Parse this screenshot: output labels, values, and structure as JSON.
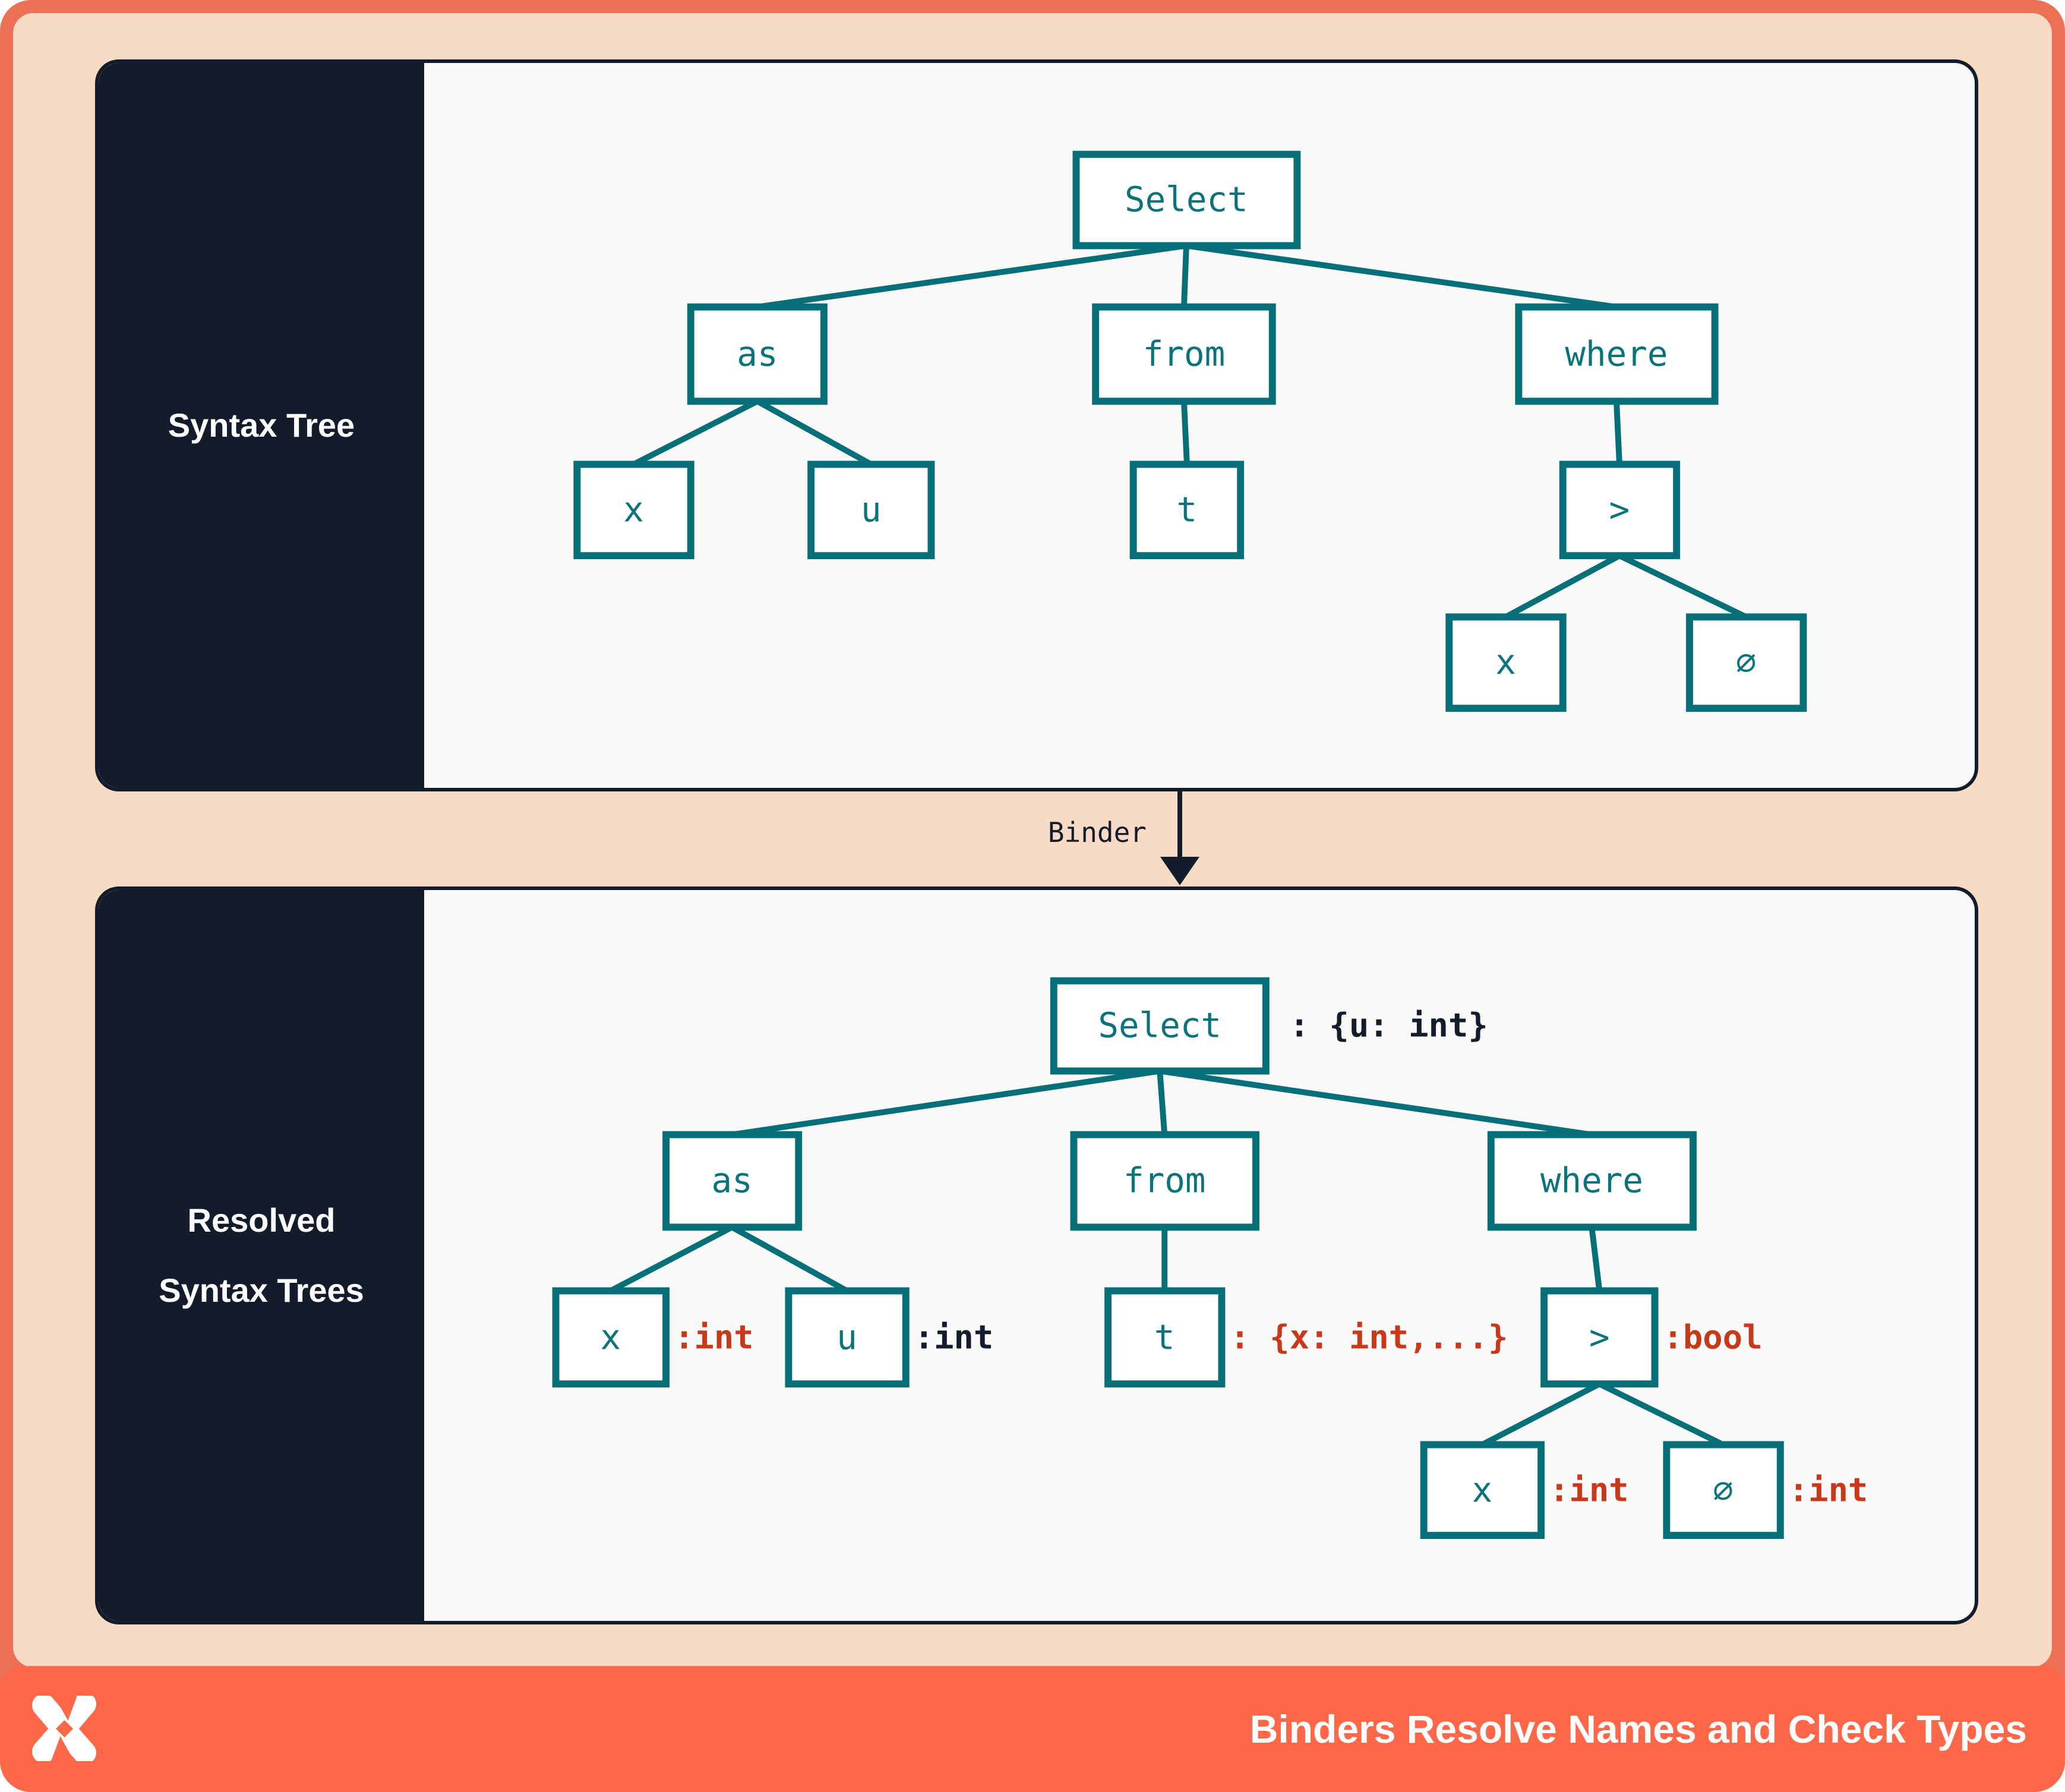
{
  "top_panel": {
    "sidebar_label": "Syntax Tree",
    "tree": {
      "nodes": [
        {
          "id": "select",
          "label": "Select"
        },
        {
          "id": "as",
          "label": "as"
        },
        {
          "id": "from",
          "label": "from"
        },
        {
          "id": "where",
          "label": "where"
        },
        {
          "id": "x-as",
          "label": "x"
        },
        {
          "id": "u-as",
          "label": "u"
        },
        {
          "id": "t",
          "label": "t"
        },
        {
          "id": "gt",
          "label": ">"
        },
        {
          "id": "x-gt",
          "label": "x"
        },
        {
          "id": "zero",
          "label": "∅"
        }
      ],
      "edges": [
        [
          "select",
          "as"
        ],
        [
          "select",
          "from"
        ],
        [
          "select",
          "where"
        ],
        [
          "as",
          "x-as"
        ],
        [
          "as",
          "u-as"
        ],
        [
          "from",
          "t"
        ],
        [
          "where",
          "gt"
        ],
        [
          "gt",
          "x-gt"
        ],
        [
          "gt",
          "zero"
        ]
      ]
    }
  },
  "binder": {
    "label": "Binder"
  },
  "bottom_panel": {
    "sidebar_label_lines": [
      "Resolved",
      "Syntax Trees"
    ],
    "tree": {
      "nodes": [
        {
          "id": "select",
          "label": "Select",
          "annotation": ": {u: int}",
          "annotation_color": "#141b2b"
        },
        {
          "id": "as",
          "label": "as"
        },
        {
          "id": "from",
          "label": "from"
        },
        {
          "id": "where",
          "label": "where"
        },
        {
          "id": "x-as",
          "label": "x",
          "annotation": ":int",
          "annotation_color": "#c8391a"
        },
        {
          "id": "u-as",
          "label": "u",
          "annotation": ":int",
          "annotation_color": "#141b2b"
        },
        {
          "id": "t",
          "label": "t",
          "annotation": ": {x: int,...}",
          "annotation_color": "#c8391a"
        },
        {
          "id": "gt",
          "label": ">",
          "annotation": ":bool",
          "annotation_color": "#c8391a"
        },
        {
          "id": "x-gt",
          "label": "x",
          "annotation": ":int",
          "annotation_color": "#c8391a"
        },
        {
          "id": "zero",
          "label": "∅",
          "annotation": ":int",
          "annotation_color": "#c8391a"
        }
      ],
      "edges": [
        [
          "select",
          "as"
        ],
        [
          "select",
          "from"
        ],
        [
          "select",
          "where"
        ],
        [
          "as",
          "x-as"
        ],
        [
          "as",
          "u-as"
        ],
        [
          "from",
          "t"
        ],
        [
          "where",
          "gt"
        ],
        [
          "gt",
          "x-gt"
        ],
        [
          "gt",
          "zero"
        ]
      ]
    }
  },
  "footer": {
    "logo_icon": "x-logo",
    "title": "Binders Resolve Names and Check Types"
  },
  "colors": {
    "frame": "#ec7053",
    "background": "#f8dbc5",
    "panel": "#fafafa",
    "sidebar": "#141b2b",
    "node_stroke": "#076f77",
    "node_text": "#0b737b",
    "edge": "#076f77",
    "annotation_red": "#c8391a",
    "annotation_dark": "#141b2b",
    "footer_bar": "#fe6748",
    "footer_text": "#ffffff"
  }
}
